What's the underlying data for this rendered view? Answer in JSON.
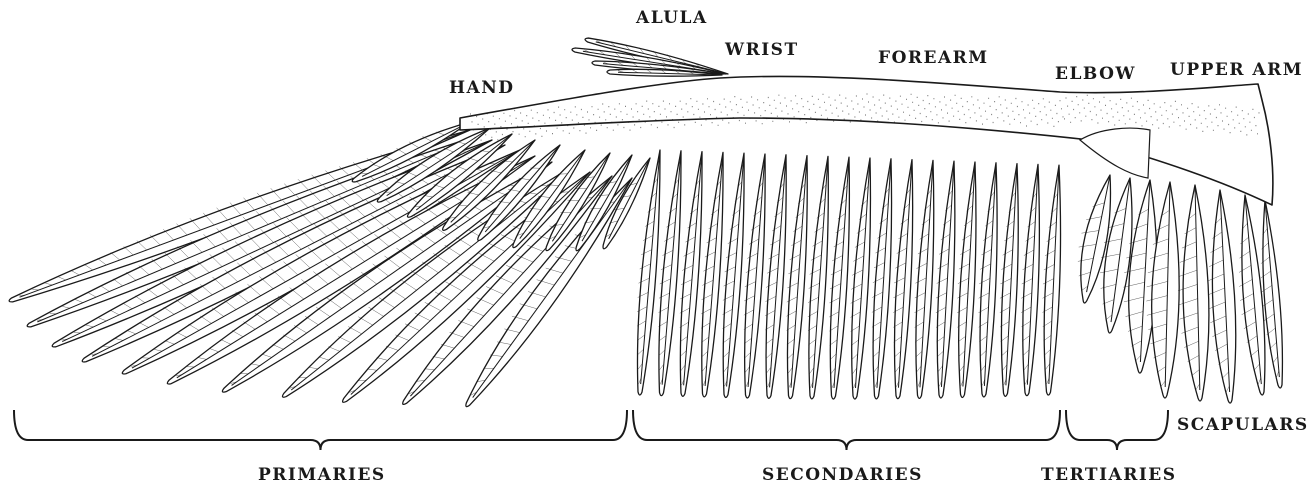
{
  "labels": {
    "alula": "ALULA",
    "wrist": "WRIST",
    "forearm": "FOREARM",
    "hand": "HAND",
    "elbow": "ELBOW",
    "upper_arm": "UPPER ARM",
    "scapulars": "SCAPULARS",
    "primaries": "PRIMARIES",
    "secondaries": "SECONDARIES",
    "tertiaries": "TERTIARIES"
  },
  "colors": {
    "ink": "#1a1a1a",
    "feather_fill": "#ffffff",
    "background": "#ffffff"
  }
}
